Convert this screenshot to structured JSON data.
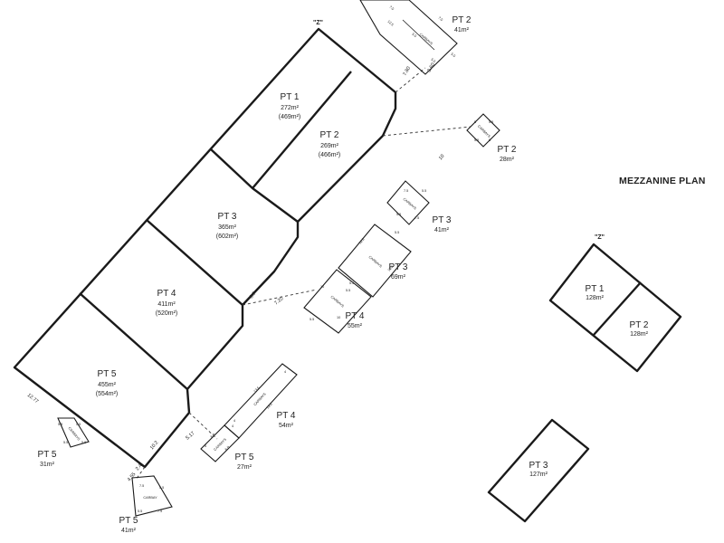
{
  "ground": {
    "north_mark": "\"Z\"",
    "lots": [
      {
        "name": "PT 1",
        "area": "272m²",
        "total": "(469m²)"
      },
      {
        "name": "PT 2",
        "area": "269m²",
        "total": "(466m²)"
      },
      {
        "name": "PT 3",
        "area": "365m²",
        "total": "(602m²)"
      },
      {
        "name": "PT 4",
        "area": "411m²",
        "total": "(520m²)"
      },
      {
        "name": "PT 5",
        "area": "455m²",
        "total": "(554m²)"
      }
    ],
    "dims": {
      "d1": "7.80",
      "d2": "3.60",
      "d3": "10",
      "d4": "8.7",
      "d5": "7.20",
      "d6": "12.77",
      "d7": "10.2",
      "d8": "5.17",
      "d9": "4.55",
      "d10": "2.4"
    }
  },
  "carparks": {
    "carbays_label": "CARBAYS",
    "carbay_label": "CARBAY",
    "items": [
      {
        "name": "PT 2",
        "area": "41m²",
        "dims": [
          "7.5",
          "5.5",
          "12.5",
          "5.5",
          "7.5",
          "5.5"
        ]
      },
      {
        "name": "PT 2",
        "area": "28m²",
        "dims": [
          "5",
          "5.5",
          "5",
          "5.5"
        ]
      },
      {
        "name": "PT 3",
        "area": "41m²",
        "dims": [
          "7.5",
          "5.5",
          "7.5",
          "5.5"
        ]
      },
      {
        "name": "PT 3",
        "area": "69m²",
        "dims": [
          "12.5",
          "5.5",
          "12.5",
          "5.5"
        ]
      },
      {
        "name": "PT 4",
        "area": "55m²",
        "dims": [
          "10",
          "5.5",
          "10",
          "5.5"
        ]
      },
      {
        "name": "PT 4",
        "area": "54m²",
        "dims": [
          "13.6",
          "4",
          "13.6",
          "4"
        ]
      },
      {
        "name": "PT 5",
        "area": "27m²",
        "dims": [
          "6.8",
          "4",
          "6.8",
          "4"
        ]
      },
      {
        "name": "PT 5",
        "area": "31m²",
        "dims": [
          "5.5",
          "5.5",
          "5.5",
          "5.5"
        ]
      },
      {
        "name": "PT 5",
        "area": "41m²",
        "dims": [
          "7.5",
          "5.5",
          "7.5",
          "5.5"
        ]
      }
    ]
  },
  "mezzanine": {
    "title": "MEZZANINE PLAN",
    "north_mark": "\"Z\"",
    "lots": [
      {
        "name": "PT 1",
        "area": "128m²"
      },
      {
        "name": "PT 2",
        "area": "128m²"
      },
      {
        "name": "PT 3",
        "area": "127m²"
      }
    ]
  }
}
